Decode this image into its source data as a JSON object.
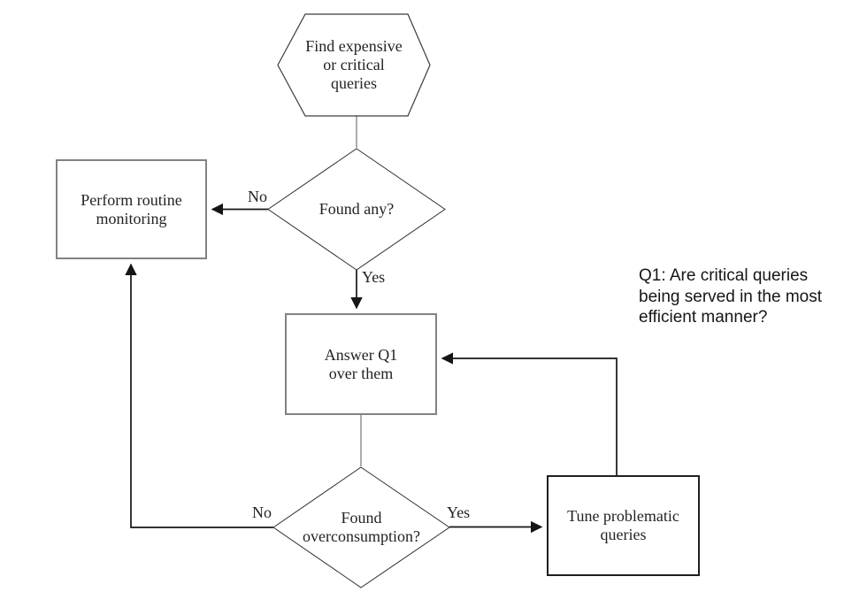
{
  "nodes": {
    "find_queries": {
      "lines": [
        "Find expensive",
        "or critical",
        "queries"
      ]
    },
    "found_any": {
      "lines": [
        "Found any?"
      ]
    },
    "perform_monitoring": {
      "lines": [
        "Perform routine",
        "monitoring"
      ]
    },
    "answer_q1": {
      "lines": [
        "Answer Q1",
        "over them"
      ]
    },
    "found_overconsumption": {
      "lines": [
        "Found",
        "overconsumption?"
      ]
    },
    "tune_queries": {
      "lines": [
        "Tune problematic",
        "queries"
      ]
    }
  },
  "edge_labels": {
    "found_any_no": "No",
    "found_any_yes": "Yes",
    "overconsumption_no": "No",
    "overconsumption_yes": "Yes"
  },
  "annotation": {
    "lines": [
      "Q1: Are critical queries",
      "being served in the most",
      "efficient manner?"
    ]
  },
  "colors": {
    "background": "#ffffff",
    "arrow_line": "#151515",
    "connector_line": "#5a5a5a",
    "shape_outline": "#3c3c3c",
    "diamond_outline": "#2e2e2e",
    "gray_box_outline": "#828282",
    "dark_box_outline": "#1f1f1f",
    "node_text": "#232323",
    "annotation_text": "#161616"
  }
}
